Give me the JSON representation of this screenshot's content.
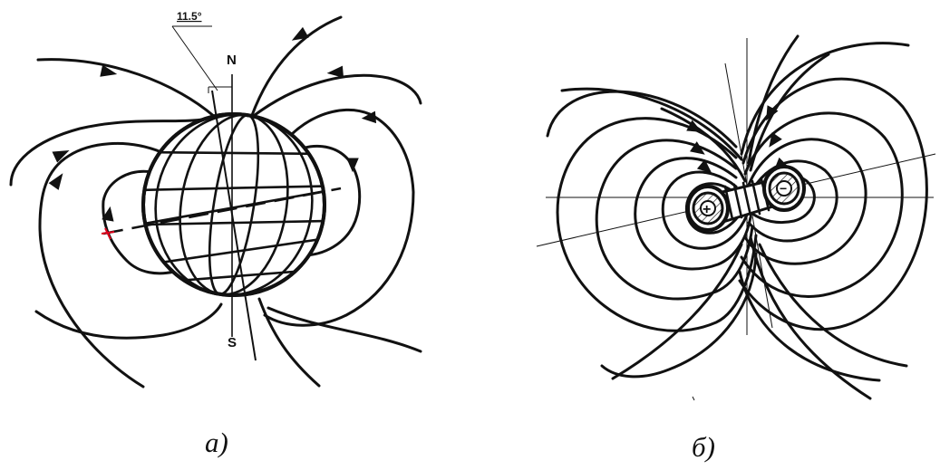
{
  "diagram_a": {
    "angle_label": "11.5°",
    "north_label": "N",
    "south_label": "S",
    "caption": "а)"
  },
  "diagram_b": {
    "plus_symbol": "+",
    "minus_symbol": "−",
    "caption": "б)"
  },
  "colors": {
    "ink": "#111111",
    "background": "#ffffff",
    "marker_red": "#e0001b"
  }
}
